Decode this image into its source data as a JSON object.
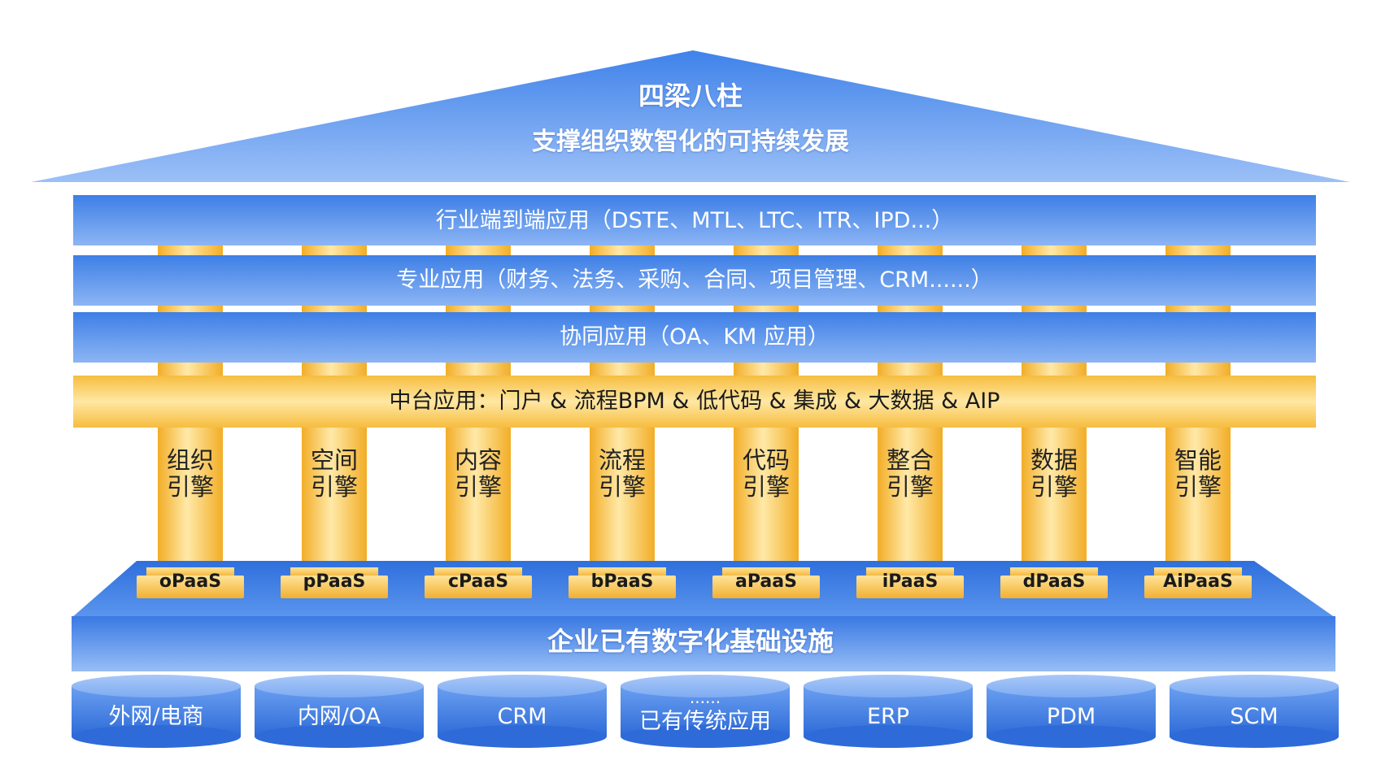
{
  "roof": {
    "title": "四梁八柱",
    "subtitle": "支撑组织数智化的可持续发展"
  },
  "layers": {
    "industry": "行业端到端应用（DSTE、MTL、LTC、ITR、IPD...）",
    "professional": "专业应用（财务、法务、采购、合同、项目管理、CRM......）",
    "collaboration": "协同应用（OA、KM 应用）",
    "middle_platform": "中台应用：门户 & 流程BPM & 低代码 & 集成 & 大数据 & AIP"
  },
  "pillars": [
    {
      "label": "组织引擎",
      "paas": "oPaaS"
    },
    {
      "label": "空间引擎",
      "paas": "pPaaS"
    },
    {
      "label": "内容引擎",
      "paas": "cPaaS"
    },
    {
      "label": "流程引擎",
      "paas": "bPaaS"
    },
    {
      "label": "代码引擎",
      "paas": "aPaaS"
    },
    {
      "label": "整合引擎",
      "paas": "iPaaS"
    },
    {
      "label": "数据引擎",
      "paas": "dPaaS"
    },
    {
      "label": "智能引擎",
      "paas": "AiPaaS"
    }
  ],
  "base": {
    "title": "企业已有数字化基础设施"
  },
  "databases": [
    {
      "label": "外网/电商",
      "dots": ""
    },
    {
      "label": "内网/OA",
      "dots": ""
    },
    {
      "label": "CRM",
      "dots": ""
    },
    {
      "label": "已有传统应用",
      "dots": "......"
    },
    {
      "label": "ERP",
      "dots": ""
    },
    {
      "label": "PDM",
      "dots": ""
    },
    {
      "label": "SCM",
      "dots": ""
    }
  ],
  "colors": {
    "blue_light": "#9cc0f7",
    "blue_mid": "#5a95ec",
    "blue_dark": "#2f6fdc",
    "gold_light": "#ffe7a3",
    "gold_dark": "#f3b32f"
  }
}
